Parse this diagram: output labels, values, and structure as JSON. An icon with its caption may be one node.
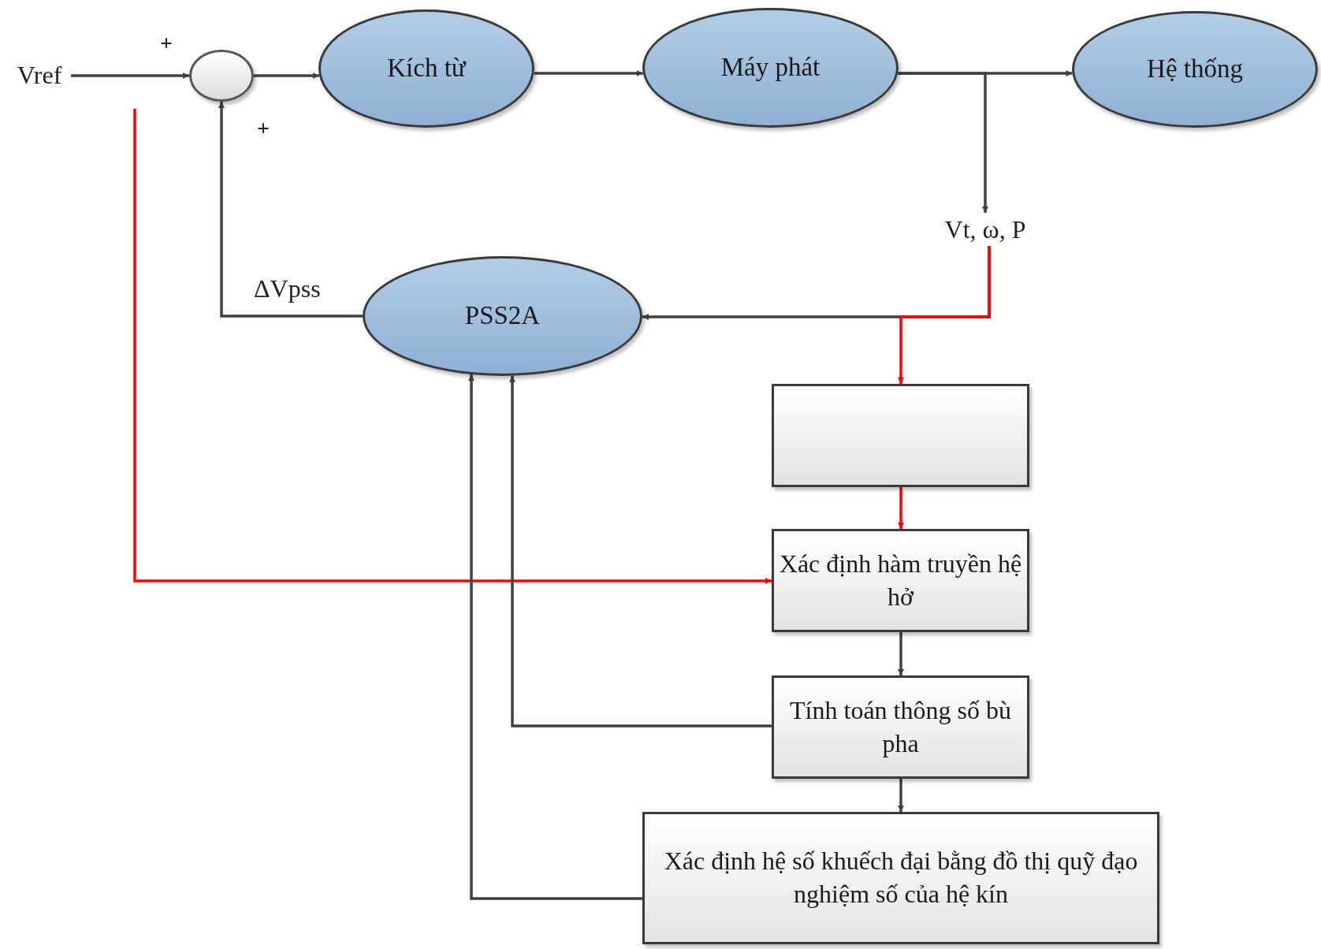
{
  "diagram": {
    "nodes": [
      {
        "text": [
          "Vref"
        ]
      },
      {
        "text": [],
        "shape": "circle"
      },
      {
        "text": [
          "Kích từ"
        ]
      },
      {
        "text": [
          "Máy phát"
        ]
      },
      {
        "text": [
          "Hệ thống"
        ]
      },
      {
        "text": [
          "Vt, ω, P"
        ]
      },
      {
        "text": [
          "PSS2A"
        ]
      },
      {
        "text": [],
        "shape": "box"
      },
      {
        "text": [
          "Xác định hàm truyền hệ hở"
        ]
      },
      {
        "text": [
          "Tính toán thông số bù pha"
        ]
      },
      {
        "text": [
          "Xác định hệ số khuếch đại bằng đồ thị quỹ đạo nghiệm số của hệ kín"
        ]
      }
    ],
    "edges": [
      {
        "from": 0,
        "to": 1,
        "arrow": "to"
      },
      {
        "from": 1,
        "to": 2,
        "arrow": "to"
      },
      {
        "from": 2,
        "to": 3,
        "arrow": "to"
      },
      {
        "from": 3,
        "to": 4,
        "arrow": "to"
      },
      {
        "from": 3,
        "to": 5,
        "arrow": "to"
      },
      {
        "from": 5,
        "to": 6,
        "arrow": "to"
      },
      {
        "from": 5,
        "to": 7,
        "arrow": "to",
        "color": "#ff0000"
      },
      {
        "from": 6,
        "to": 1,
        "arrow": "to",
        "label": "ΔVpss"
      },
      {
        "from": 7,
        "to": 8,
        "arrow": "to",
        "color": "#ff0000"
      },
      {
        "from": null,
        "to": 8,
        "arrow": "to",
        "color": "#ff0000"
      },
      {
        "from": 8,
        "to": 9,
        "arrow": "to"
      },
      {
        "from": 9,
        "to": 6,
        "arrow": "to"
      },
      {
        "from": 9,
        "to": 10,
        "arrow": "to"
      },
      {
        "from": 10,
        "to": 6,
        "arrow": "to"
      }
    ],
    "labels": [
      "+",
      "+"
    ]
  }
}
